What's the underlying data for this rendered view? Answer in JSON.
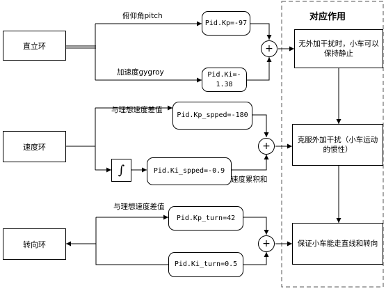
{
  "effects_title": "对应作用",
  "loops": {
    "upright": {
      "label": "直立环",
      "signal_top": "俯仰角pitch",
      "signal_bottom": "加速度gygroy",
      "param_top": "Pid.Kp=-97",
      "param_bottom": "Pid.Ki=-1.38",
      "sum_symbol": "+",
      "effect": "无外加干扰时，小车可以保持静止"
    },
    "speed": {
      "label": "速度环",
      "signal_top": "与理想速度差值",
      "signal_bottom": "速度累积和",
      "integrator_symbol": "∫",
      "param_top": "Pid.Kp_spped=-180",
      "param_bottom": "Pid.Ki_spped=-0.9",
      "sum_symbol": "+",
      "effect": "克服外加干扰（小车运动的惯性）"
    },
    "turn": {
      "label": "转向环",
      "signal_top": "与理想速度差值",
      "param_top": "Pid.Kp_turn=42",
      "param_bottom": "Pid.Ki_turn=0.5",
      "sum_symbol": "+",
      "effect": "保证小车能走直线和转向"
    }
  }
}
